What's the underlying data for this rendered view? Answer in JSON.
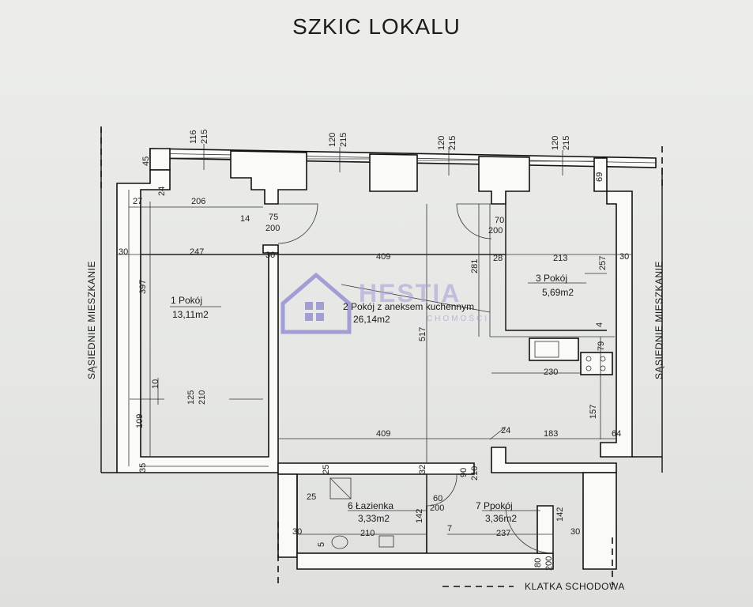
{
  "title": "SZKIC LOKALU",
  "neighbors": {
    "left": "SĄSIEDNIE MIESZKANIE",
    "right": "SĄSIEDNIE MIESZKANIE"
  },
  "stairwell": "KLATKA SCHODOWA",
  "watermark": {
    "main": "HESTIA",
    "sub": "CHOMOŚCI"
  },
  "rooms": [
    {
      "id": "room1",
      "name": "1 Pokój",
      "area": "13,11m2"
    },
    {
      "id": "room2",
      "name": "2 Pokój z aneksem kuchennym",
      "area": "26,14m2"
    },
    {
      "id": "room3",
      "name": "3 Pokój",
      "area": "5,69m2"
    },
    {
      "id": "room6",
      "name": "6 Łazienka",
      "area": "3,33m2"
    },
    {
      "id": "room7",
      "name": "7 Ppokój",
      "area": "3,36m2"
    }
  ],
  "windows": [
    {
      "top": "116",
      "bottom": "215"
    },
    {
      "top": "120",
      "bottom": "215"
    },
    {
      "top": "120",
      "bottom": "215"
    },
    {
      "top": "120",
      "bottom": "215"
    }
  ],
  "doors": {
    "d1": {
      "top": "75",
      "bottom": "200"
    },
    "d2": {
      "top": "70",
      "bottom": "200"
    },
    "d3": {
      "top": "125",
      "bottom": "210"
    },
    "d4": {
      "top": "90",
      "bottom": "210"
    },
    "d5": {
      "top": "60",
      "bottom": "200"
    },
    "d6": {
      "top": "80",
      "bottom": "200"
    }
  },
  "dims": {
    "d45": "45",
    "d24": "24",
    "d27": "27",
    "d206": "206",
    "d14": "14",
    "d30a": "30",
    "d247": "247",
    "d30b": "30",
    "d409a": "409",
    "d281": "281",
    "d28": "28",
    "d213": "213",
    "d257": "257",
    "d30c": "30",
    "d69": "69",
    "d397": "397",
    "d517": "517",
    "d4": "4",
    "d79": "79",
    "d230": "230",
    "d10": "10",
    "d109": "109",
    "d157": "157",
    "d409b": "409",
    "d24b": "24",
    "d183": "183",
    "d64": "64",
    "d35": "35",
    "d25a": "25",
    "d32": "32",
    "d25b": "25",
    "d142a": "142",
    "d142b": "142",
    "d30d": "30",
    "d5": "5",
    "d210": "210",
    "d7": "7",
    "d237": "237",
    "d30e": "30"
  }
}
